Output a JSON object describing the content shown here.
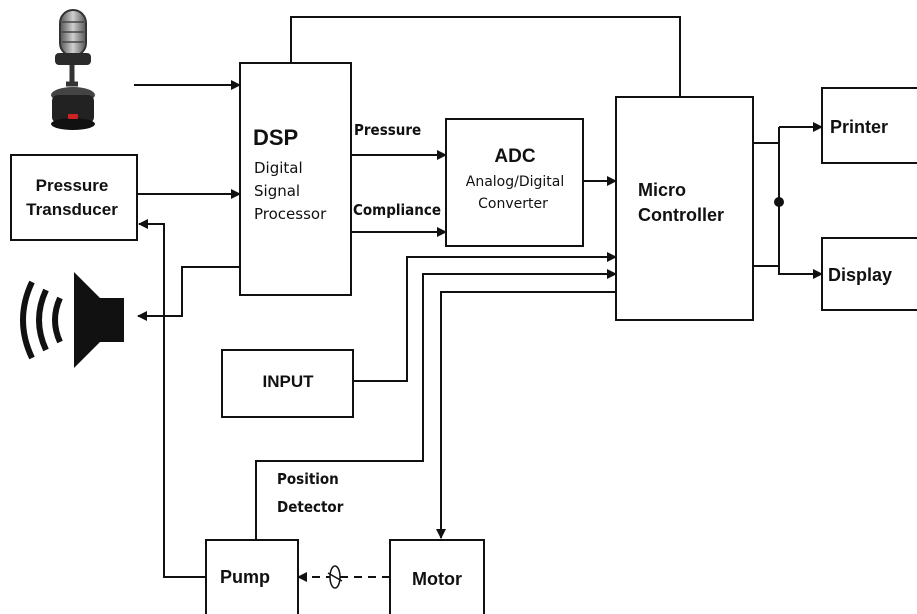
{
  "blocks": {
    "pressure_transducer": [
      "Pressure",
      "Transducer"
    ],
    "dsp": {
      "title": "DSP",
      "sub": [
        "Digital",
        "Signal",
        "Processor"
      ]
    },
    "adc": {
      "title": "ADC",
      "sub": [
        "Analog/Digital",
        "Converter"
      ]
    },
    "micro": [
      "Micro",
      "Controller"
    ],
    "printer": "Printer",
    "display": "Display",
    "input": "INPUT",
    "pump": "Pump",
    "motor": "Motor"
  },
  "signals": {
    "pressure": "Pressure",
    "compliance": "Compliance",
    "position": [
      "Position",
      "Detector"
    ]
  },
  "icons": [
    "microphone-icon",
    "speaker-icon",
    "rotation-icon",
    "arrow-head-icon"
  ],
  "colors": {
    "line": "#111111",
    "background": "#ffffff",
    "mic_body": "#8a8a8a",
    "mic_led": "#cc2222"
  }
}
